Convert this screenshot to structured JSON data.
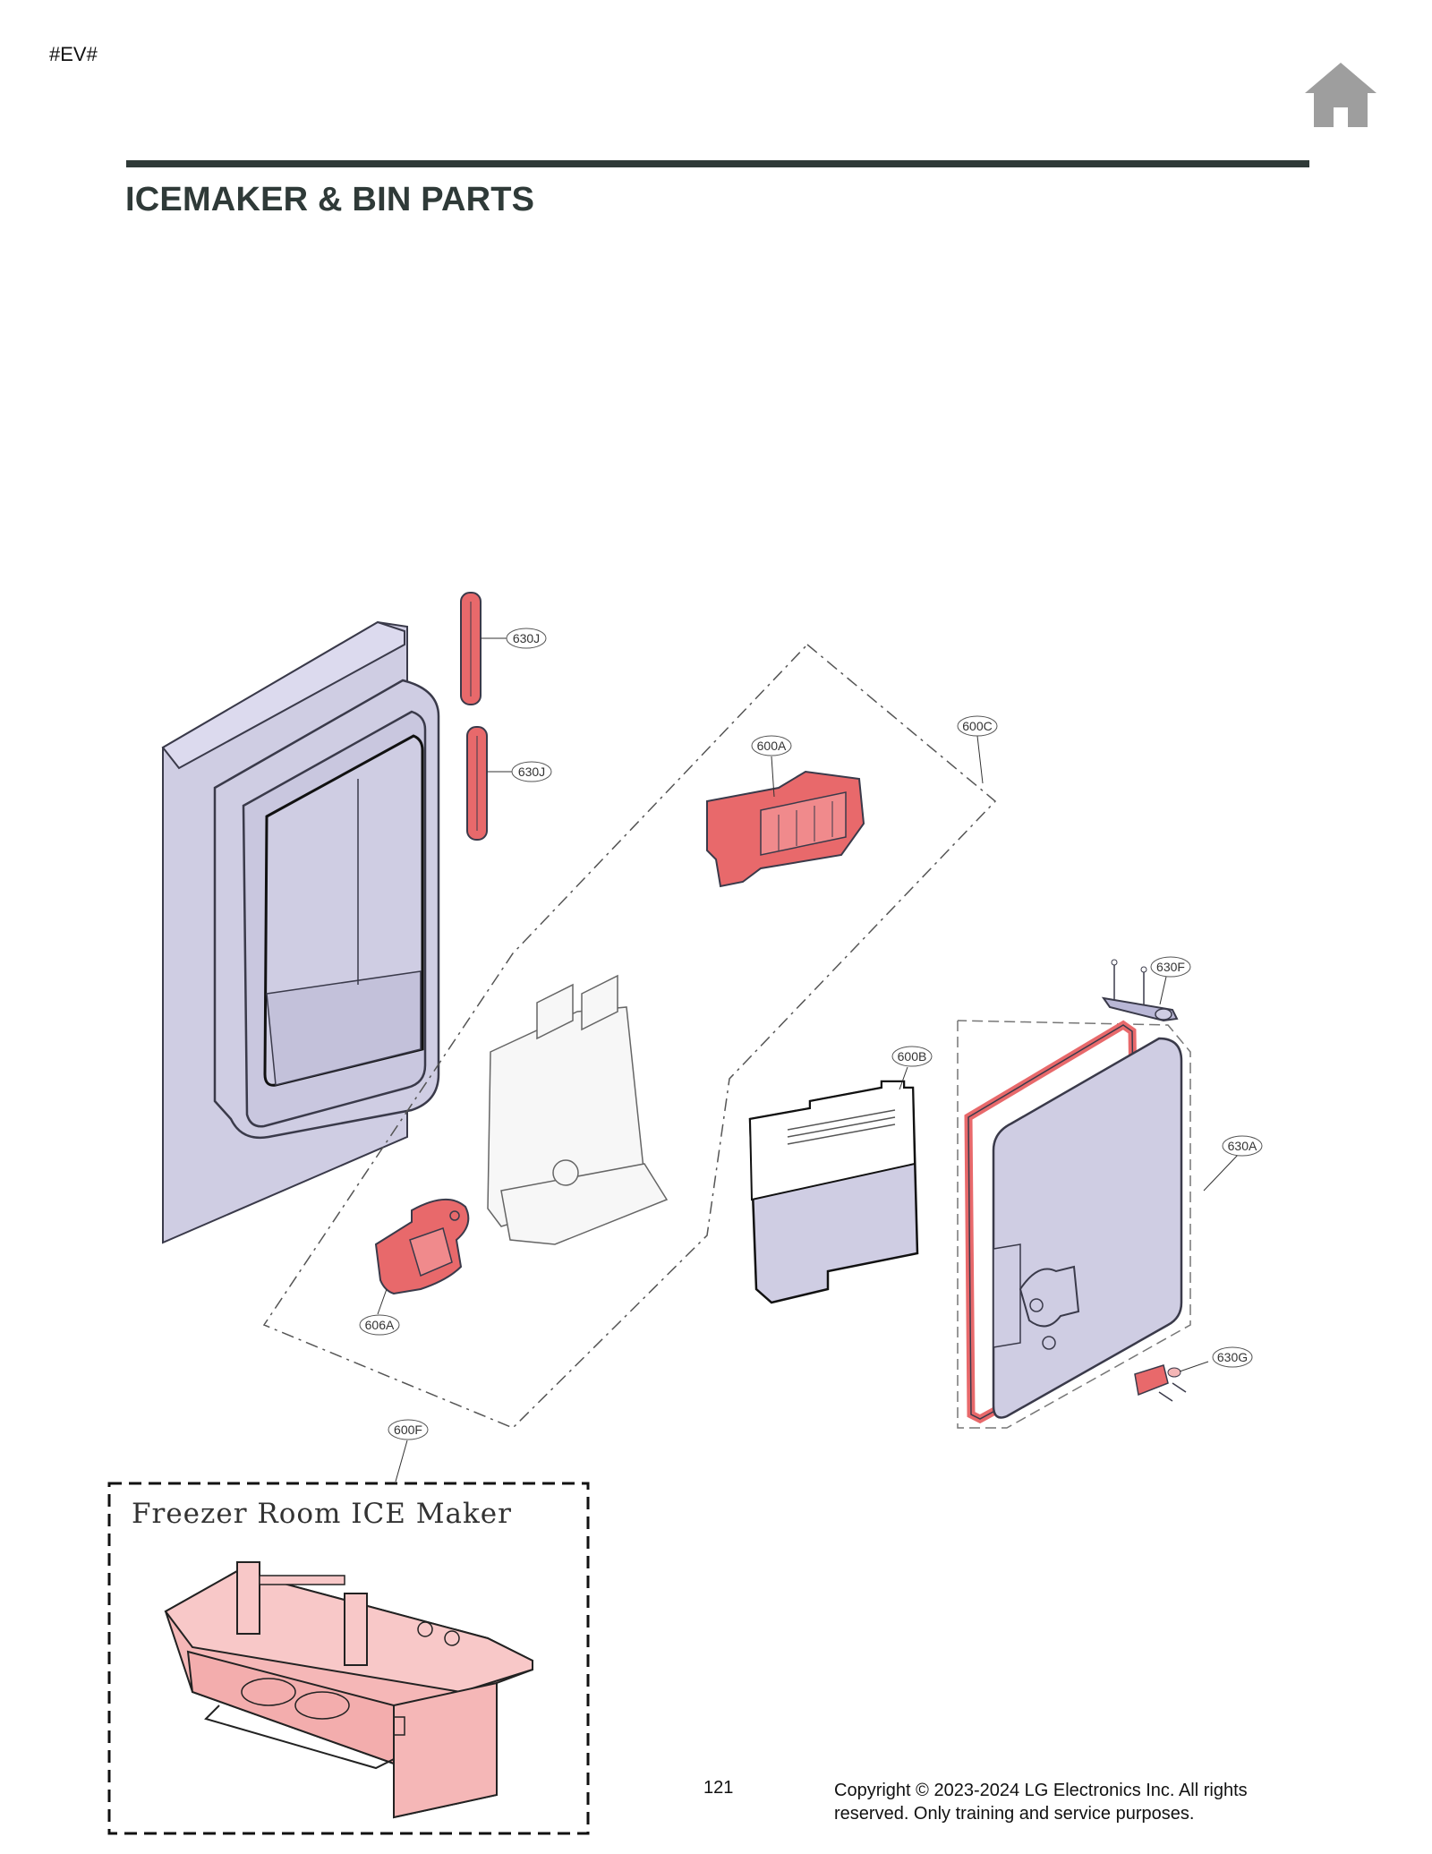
{
  "header": {
    "tag": "#EV#",
    "title": "ICEMAKER & BIN PARTS"
  },
  "icons": {
    "home": "home-icon"
  },
  "colors": {
    "accent_part": "#e8696b",
    "housing": "#cfcde3",
    "rule": "#2f3a38",
    "home_icon": "#9e9e9e"
  },
  "callouts": {
    "c630J_top": "630J",
    "c630J_bottom": "630J",
    "c600C": "600C",
    "c600A": "600A",
    "c630F": "630F",
    "c600B": "600B",
    "c630A": "630A",
    "c630G": "630G",
    "c606A": "606A",
    "c600F": "600F"
  },
  "inset": {
    "title": "Freezer Room ICE Maker"
  },
  "footer": {
    "page_number": "121",
    "copyright": "Copyright © 2023-2024 LG Electronics Inc. All rights reserved. Only training and service purposes."
  }
}
